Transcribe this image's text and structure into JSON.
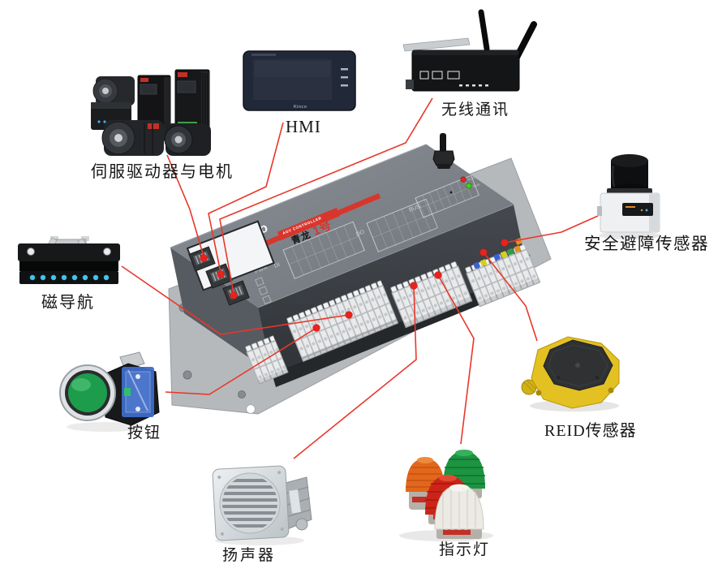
{
  "controller": {
    "brand": "Kinco",
    "band_text": "AGV CONTROLLER",
    "model_prefix": "青龙",
    "model_suffix": "1号",
    "markings": {
      "pwr": "PWR",
      "di": "DI",
      "dout": "DO",
      "bus": "BUS",
      "power": "POWER"
    },
    "leds": [
      {
        "name": "RUN",
        "color": "#e8231d"
      },
      {
        "name": "BUS",
        "color": "#3fd012"
      }
    ]
  },
  "devices": {
    "servo": {
      "label": "伺服驱动器与电机"
    },
    "hmi": {
      "label": "HMI",
      "brand": "Kinco"
    },
    "wireless": {
      "label": "无线通讯"
    },
    "lidar": {
      "label": "安全避障传感器"
    },
    "magnetic": {
      "label": "磁导航"
    },
    "button": {
      "label": "按钮"
    },
    "rfid": {
      "label": "REID传感器"
    },
    "speaker": {
      "label": "扬声器"
    },
    "beacon": {
      "label": "指示灯"
    }
  },
  "colors": {
    "connection_line": "#e8372b",
    "connection_dot": "#e8231d",
    "accent_stripe": "#d8362c"
  }
}
